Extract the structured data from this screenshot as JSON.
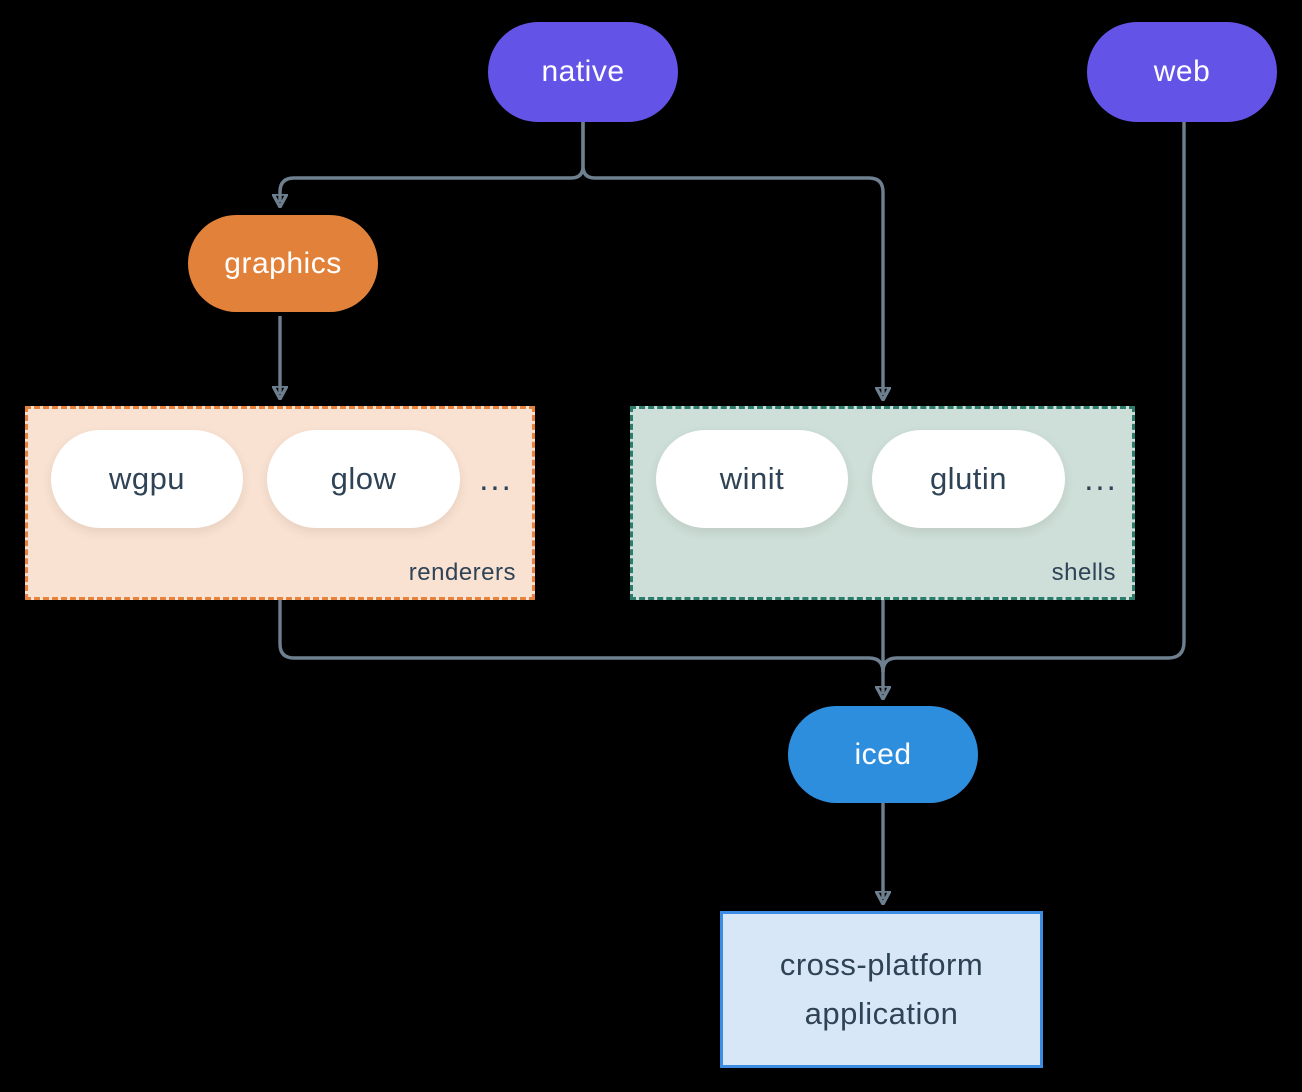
{
  "diagram": {
    "background_color": "#000000",
    "edge_color": "#6e8090",
    "nodes": {
      "native": {
        "label": "native",
        "fill": "#6353e6",
        "text_color": "#ffffff"
      },
      "web": {
        "label": "web",
        "fill": "#6353e6",
        "text_color": "#ffffff"
      },
      "graphics": {
        "label": "graphics",
        "fill": "#e2823a",
        "text_color": "#ffffff"
      },
      "iced": {
        "label": "iced",
        "fill": "#2e8ede",
        "text_color": "#ffffff"
      },
      "application": {
        "label": "cross-platform application",
        "fill": "#d7e7f8",
        "border_color": "#3b8ce2",
        "text_color": "#2f4356"
      }
    },
    "groups": {
      "renderers": {
        "label": "renderers",
        "fill": "#f9e2d2",
        "border_color": "#e8823c",
        "items": [
          "wgpu",
          "glow"
        ],
        "ellipsis": "..."
      },
      "shells": {
        "label": "shells",
        "fill": "#cddfd8",
        "border_color": "#2c7d6b",
        "items": [
          "winit",
          "glutin"
        ],
        "ellipsis": "..."
      }
    }
  }
}
